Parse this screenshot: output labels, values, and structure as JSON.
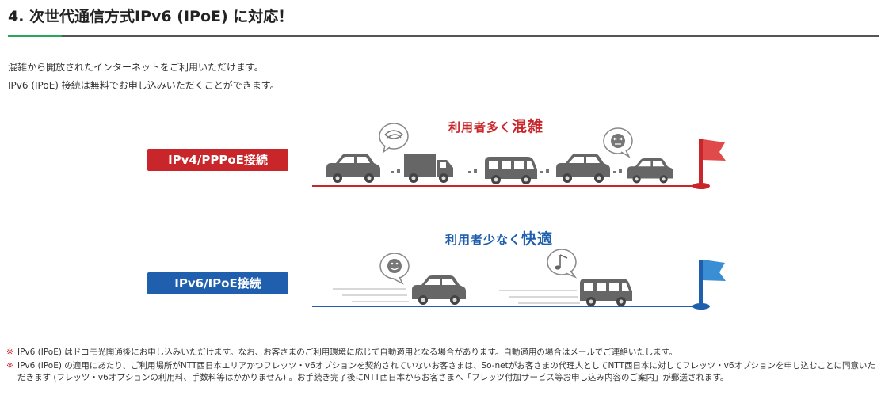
{
  "section": {
    "title": "4. 次世代通信方式IPv6 (IPoE) に対応！"
  },
  "intro": [
    "混雑から開放されたインターネットをご利用いただけます。",
    "IPv6 (IPoE) 接続は無料でお申し込みいただくことができます。"
  ],
  "diagram": {
    "ipv4": {
      "label": "IPv4/PPPoE接続",
      "caption_small": "利用者多く",
      "caption_big": "混雑",
      "color": "#c8262a",
      "flag_color": "#e04a4a"
    },
    "ipv6": {
      "label": "IPv6/IPoE接続",
      "caption_small": "利用者少なく",
      "caption_big": "快適",
      "color": "#1f5fae",
      "flag_color": "#3a8fd4"
    },
    "vehicle_color": "#666666"
  },
  "notes": {
    "mark": "※",
    "items": [
      "IPv6 (IPoE) はドコモ光開通後にお申し込みいただけます。なお、お客さまのご利用環境に応じて自動適用となる場合があります。自動適用の場合はメールでご連絡いたします。",
      "IPv6 (IPoE) の適用にあたり、ご利用場所がNTT西日本エリアかつフレッツ・v6オプションを契約されていないお客さまは、So-netがお客さまの代理人としてNTT西日本に対してフレッツ・v6オプションを申し込むことに同意いただきます (フレッツ・v6オプションの利用料、手数料等はかかりません) 。お手続き完了後にNTT西日本からお客さまへ「フレッツ付加サービス等お申し込み内容のご案内」が郵送されます。"
    ]
  }
}
